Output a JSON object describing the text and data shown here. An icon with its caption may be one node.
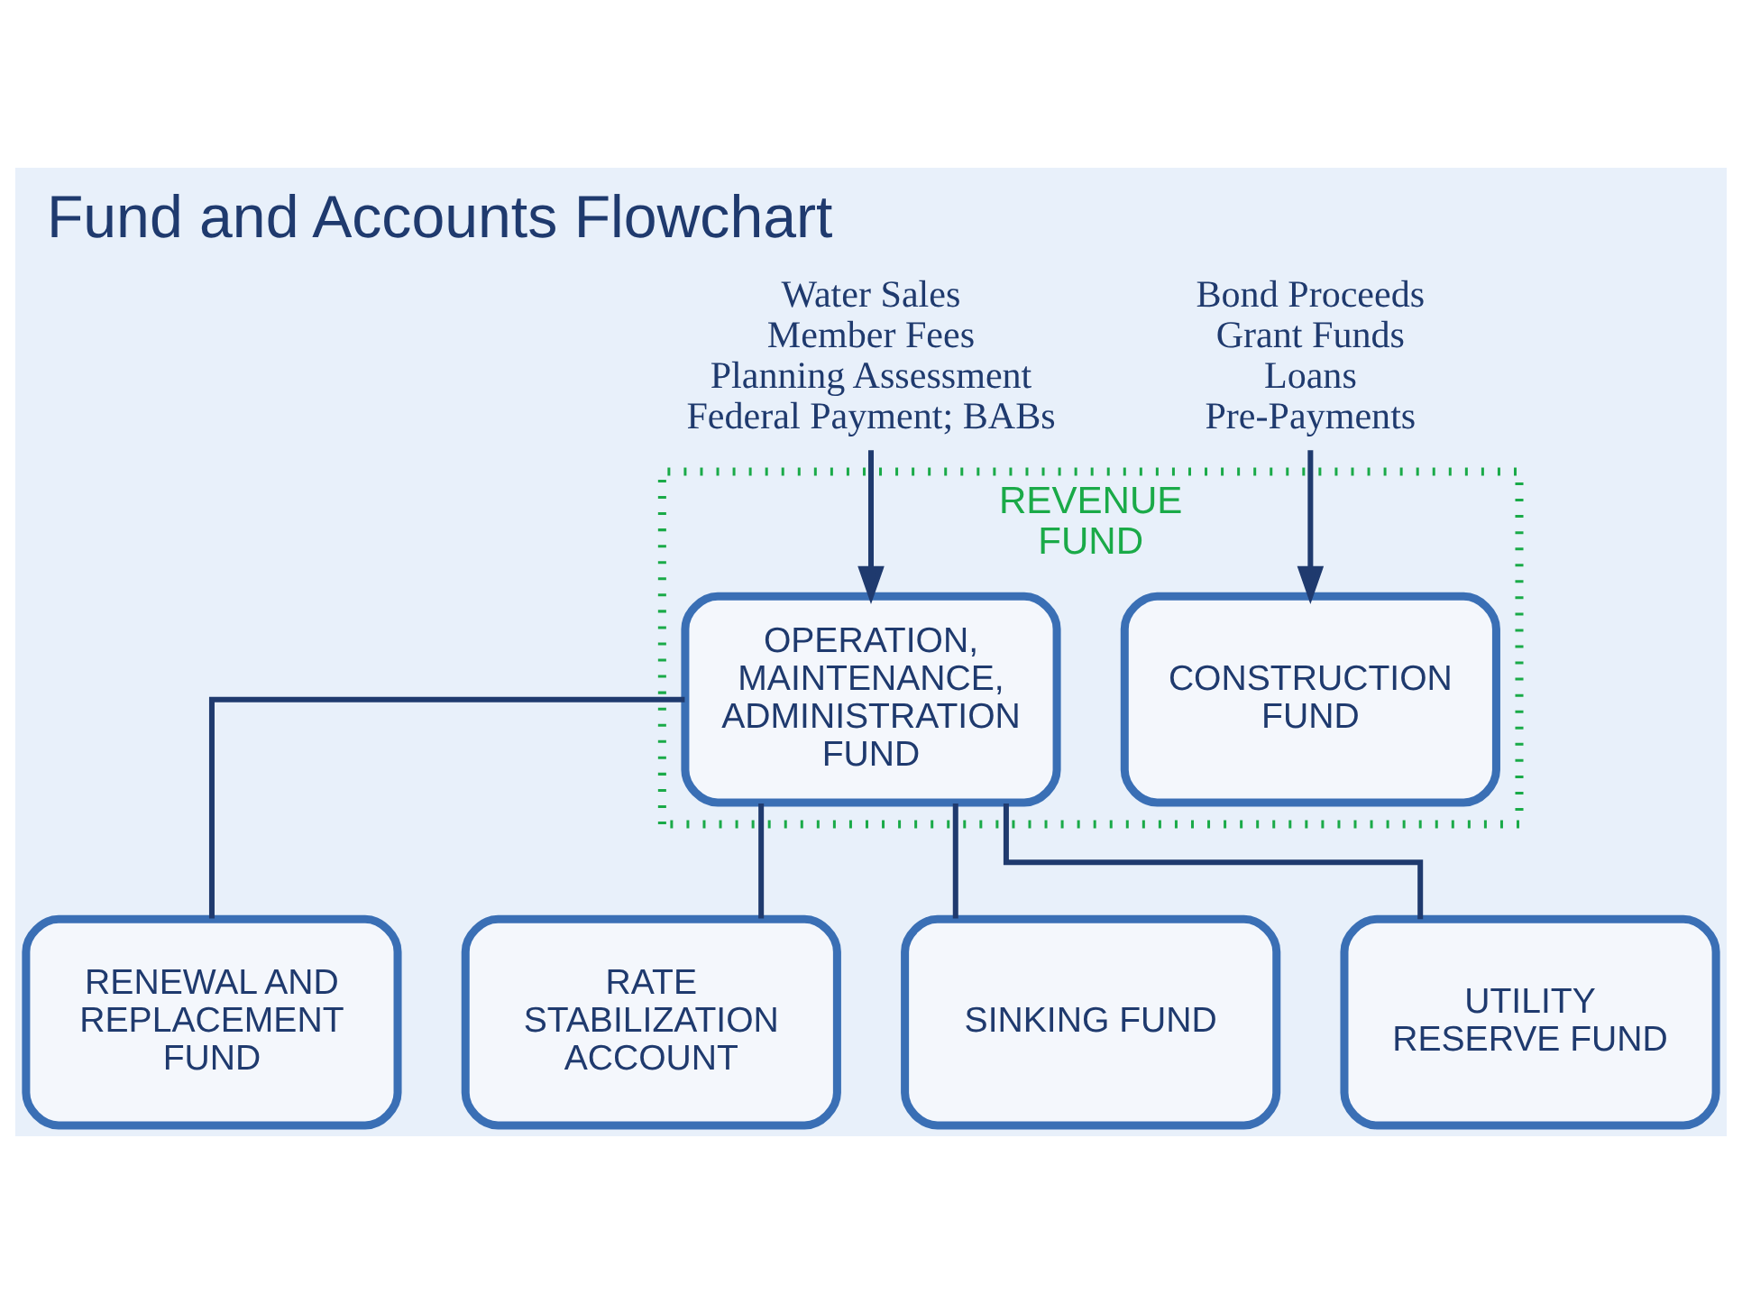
{
  "diagram": {
    "title": "Fund and Accounts Flowchart",
    "nodes": [
      {
        "text": [
          "Water Sales",
          "Member Fees",
          "Planning Assessment",
          "Federal Payment; BABs"
        ]
      },
      {
        "text": [
          "Bond Proceeds",
          "Grant Funds",
          "Loans",
          "Pre-Payments"
        ]
      },
      {
        "text": [
          "REVENUE FUND"
        ]
      },
      {
        "text": [
          "OPERATION, MAINTENANCE, ADMINISTRATION FUND"
        ],
        "in": 2
      },
      {
        "text": [
          "CONSTRUCTION FUND"
        ],
        "in": 2
      },
      {
        "text": [
          "RENEWAL AND REPLACEMENT FUND"
        ]
      },
      {
        "text": [
          "RATE STABILIZATION ACCOUNT"
        ]
      },
      {
        "text": [
          "SINKING FUND"
        ]
      },
      {
        "text": [
          "UTILITY RESERVE FUND"
        ]
      }
    ],
    "edges": [
      {
        "from": 0,
        "to": 3,
        "arrow": "to"
      },
      {
        "from": 1,
        "to": 4,
        "arrow": "to"
      },
      {
        "from": 3,
        "to": 5,
        "arrow": "none"
      },
      {
        "from": 3,
        "to": 6,
        "arrow": "none"
      },
      {
        "from": 3,
        "to": 7,
        "arrow": "none"
      },
      {
        "from": 3,
        "to": 8,
        "arrow": "none"
      }
    ]
  }
}
